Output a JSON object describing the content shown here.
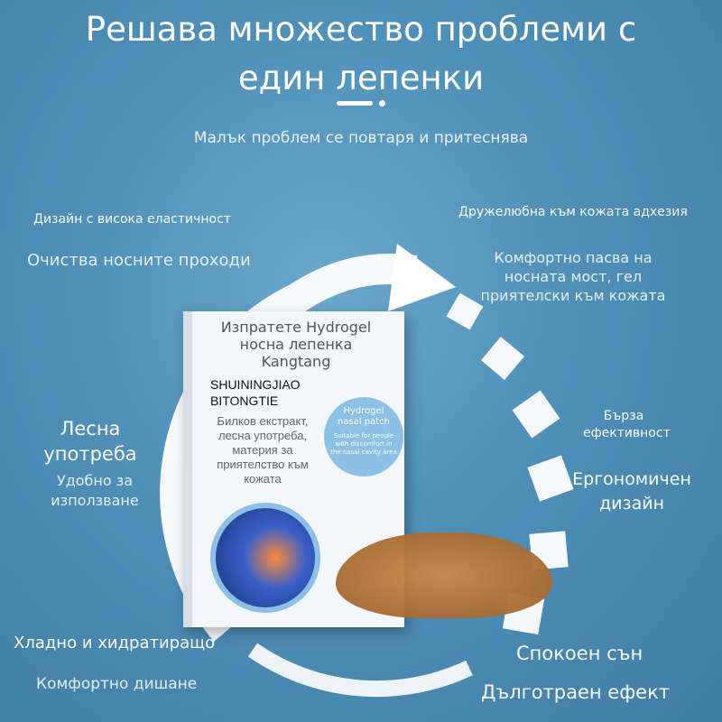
{
  "title": "Решава множество проблеми с един лепенки",
  "subtitle": "Малък проблем се повтаря и притеснява",
  "features": {
    "elasticity": "Дизайн с висока еластичност",
    "clears": "Очиства носните проходи",
    "adhesion": "Дружелюбна към кожата адхезия",
    "fits": "Комфортно пасва на носната мост, гел приятелски към кожата",
    "easy": "Лесна употреба",
    "convenient": "Удобно за използване",
    "fast": "Бърза ефективност",
    "ergonomic": "Ергономичен дизайн",
    "cool": "Хладно и хидратиращо",
    "breathing": "Комфортно дишане",
    "sleep": "Спокоен сън",
    "lasting": "Дълготраен ефект"
  },
  "product": {
    "name": "Изпратете Hydrogel носна лепенка Kangtang",
    "brand": "SHUININGJIAO BITONGTIE",
    "desc": "Билков екстракт, лесна употреба, материя за приятелство към кожата",
    "badge_title": "Hydrogel nasal patch",
    "badge_text": "Suitable for people with discomfort in the nasal cavity area"
  }
}
